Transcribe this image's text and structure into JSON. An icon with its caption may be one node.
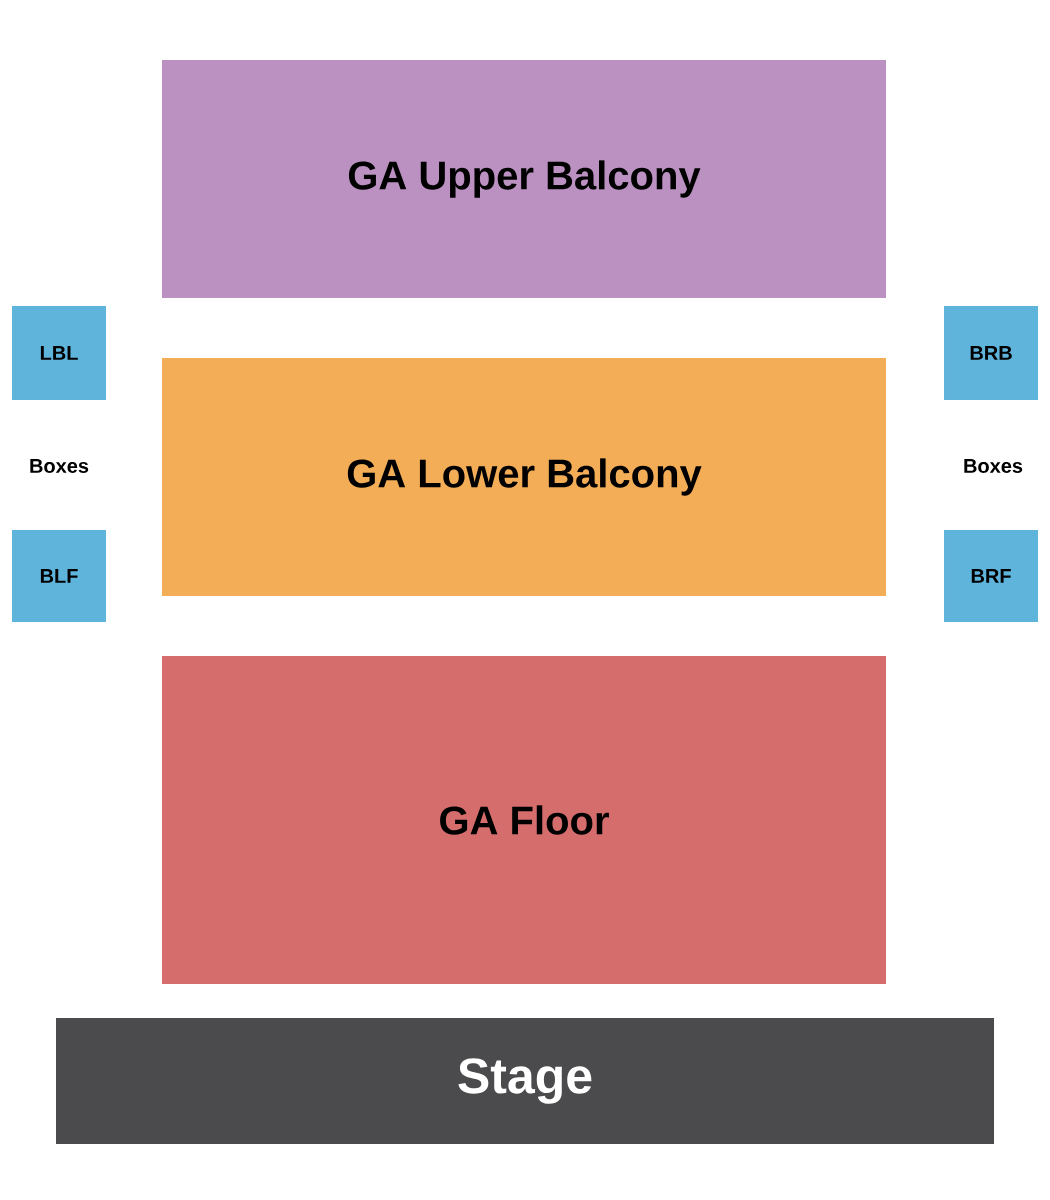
{
  "diagram": {
    "nodes": [
      {
        "text": [
          "GA Upper Balcony"
        ]
      },
      {
        "text": [
          "LBL"
        ]
      },
      {
        "text": [
          "BRB"
        ]
      },
      {
        "text": [
          "GA Lower Balcony"
        ]
      },
      {
        "text": [
          "BLF"
        ]
      },
      {
        "text": [
          "BRF"
        ]
      },
      {
        "text": [
          "GA Floor"
        ]
      },
      {
        "text": [
          "Stage"
        ]
      }
    ],
    "edges": [],
    "labels": [
      "Boxes",
      "Boxes"
    ]
  }
}
